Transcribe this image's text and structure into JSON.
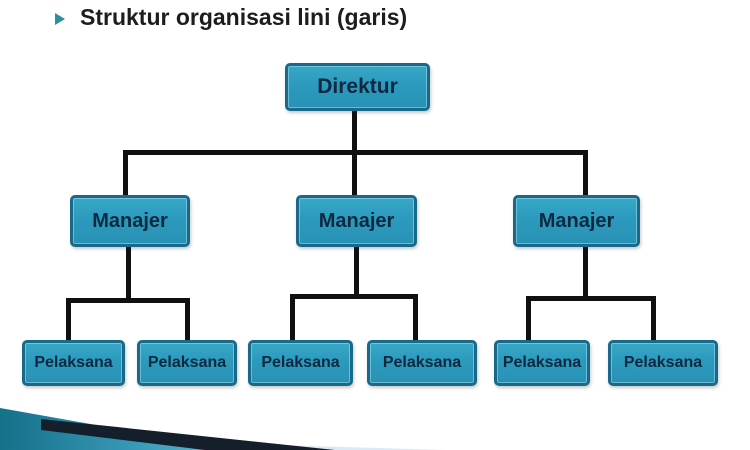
{
  "slide": {
    "title": "Struktur organisasi lini (garis)",
    "bullet_icon": "triangle-right"
  },
  "org_chart": {
    "type": "organizational-hierarchy",
    "root": {
      "label": "Direktur"
    },
    "managers": [
      {
        "label": "Manajer"
      },
      {
        "label": "Manajer"
      },
      {
        "label": "Manajer"
      }
    ],
    "executors": [
      {
        "label": "Pelaksana"
      },
      {
        "label": "Pelaksana"
      },
      {
        "label": "Pelaksana"
      },
      {
        "label": "Pelaksana"
      },
      {
        "label": "Pelaksana"
      },
      {
        "label": "Pelaksana"
      }
    ],
    "edges": [
      "Direktur->Manajer(1)",
      "Direktur->Manajer(2)",
      "Direktur->Manajer(3)",
      "Manajer(1)->Pelaksana(1)",
      "Manajer(1)->Pelaksana(2)",
      "Manajer(2)->Pelaksana(3)",
      "Manajer(2)->Pelaksana(4)",
      "Manajer(3)->Pelaksana(5)",
      "Manajer(3)->Pelaksana(6)"
    ]
  },
  "colors": {
    "box_fill": "#2c9abd",
    "box_border": "#196a89",
    "box_text": "#0c2940",
    "connector": "#101010",
    "title_text": "#1d1d1d",
    "bullet": "#2c8f9e",
    "swoosh_teal_dark": "#157089",
    "swoosh_teal_light": "#68bacf",
    "swoosh_stripe": "#141f2b",
    "swoosh_pale": "#dbe9f4",
    "background": "#ffffff"
  }
}
